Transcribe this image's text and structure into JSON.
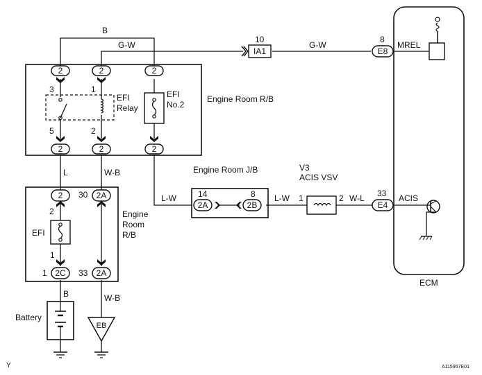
{
  "wire_colors": {
    "top_b": "B",
    "top_gw": "G-W",
    "ia1_e8": "G-W",
    "l": "L",
    "wb_upper": "W-B",
    "lw_left": "L-W",
    "lw_right": "L-W",
    "wl": "W-L",
    "battery_b": "B",
    "wb_lower": "W-B",
    "acis_out": "ACIS",
    "mrel": "MREL"
  },
  "components": {
    "engine_room_rb_upper": "Engine Room R/B",
    "engine_room_rb_lower": [
      "Engine",
      "Room",
      "R/B"
    ],
    "engine_room_jb": "Engine Room J/B",
    "efi_relay": [
      "EFI",
      "Relay"
    ],
    "efi_no2": [
      "EFI",
      "No.2"
    ],
    "efi_fuse": "EFI",
    "vsv_code": "V3",
    "vsv_name": "ACIS VSV",
    "battery": "Battery",
    "ecm": "ECM",
    "ground_eb": "EB"
  },
  "connectors": {
    "ia1": "IA1",
    "e8": "E8",
    "e4": "E4",
    "c2a_jb": "2A",
    "c2b_jb": "2B",
    "c2c": "2C",
    "c2a_upper": "2A",
    "c2a_lower": "2A",
    "c2": "2"
  },
  "pins": {
    "ia1": "10",
    "e8": "8",
    "relay_3": "3",
    "relay_1": "1",
    "relay_5": "5",
    "relay_2": "2",
    "jb_14": "14",
    "jb_8": "8",
    "vsv_1": "1",
    "vsv_2": "2",
    "e4": "33",
    "efi_2": "2",
    "efi_1": "1",
    "lower_30": "30",
    "lower_1": "1",
    "lower_33": "33"
  },
  "footer": {
    "corner_mark": "Y",
    "figure_id": "A115957E01"
  }
}
